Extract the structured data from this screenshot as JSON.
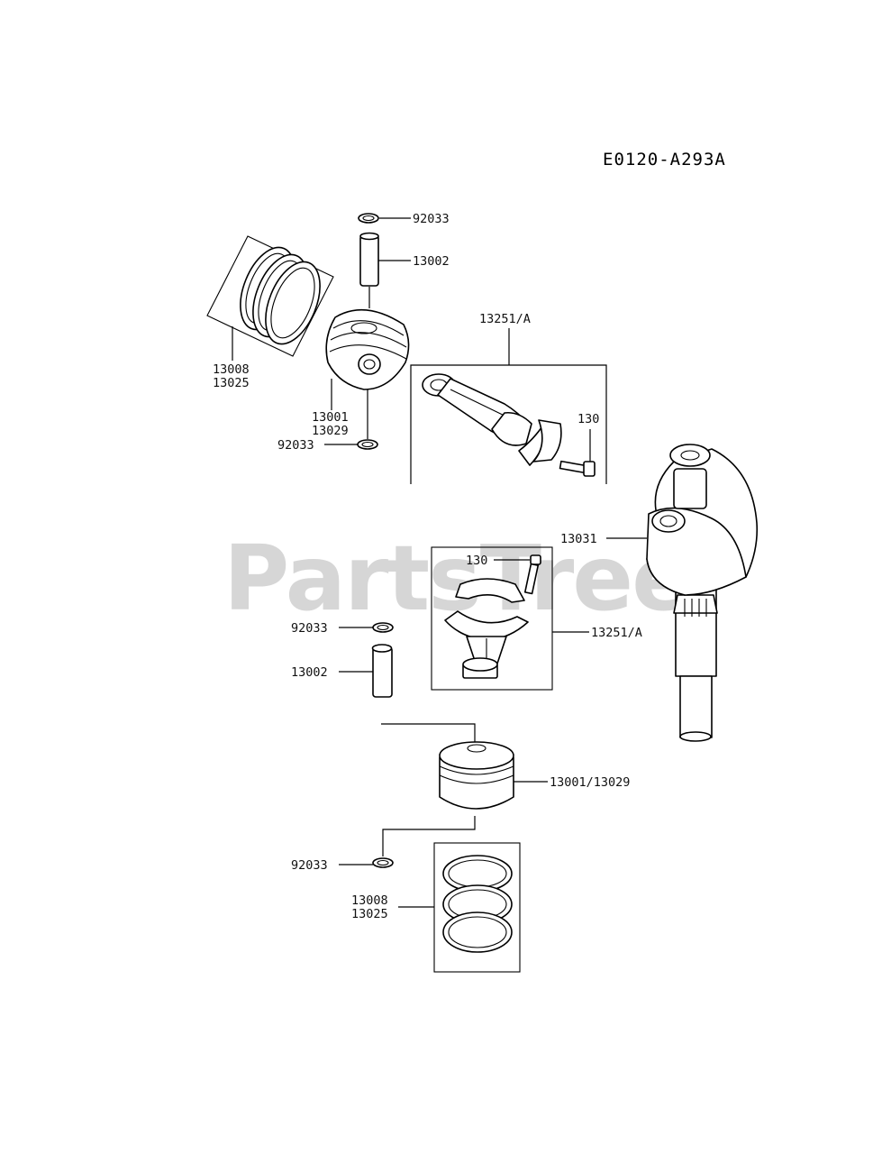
{
  "diagram_code": "E0120-A293A",
  "watermark": "PartsTree",
  "labels": {
    "top_circlip": "92033",
    "top_pin": "13002",
    "top_rings_a": "13008",
    "top_rings_b": "13025",
    "top_piston_a": "13001",
    "top_piston_b": "13029",
    "top_circlip_lower": "92033",
    "top_rod_assy": "13251/A",
    "top_rod_bolt": "130",
    "crankshaft": "13031",
    "bottom_rod_bolt": "130",
    "bottom_rod_assy": "13251/A",
    "bottom_circlip": "92033",
    "bottom_pin": "13002",
    "bottom_piston": "13001/13029",
    "bottom_circlip_lower": "92033",
    "bottom_rings_a": "13008",
    "bottom_rings_b": "13025"
  }
}
